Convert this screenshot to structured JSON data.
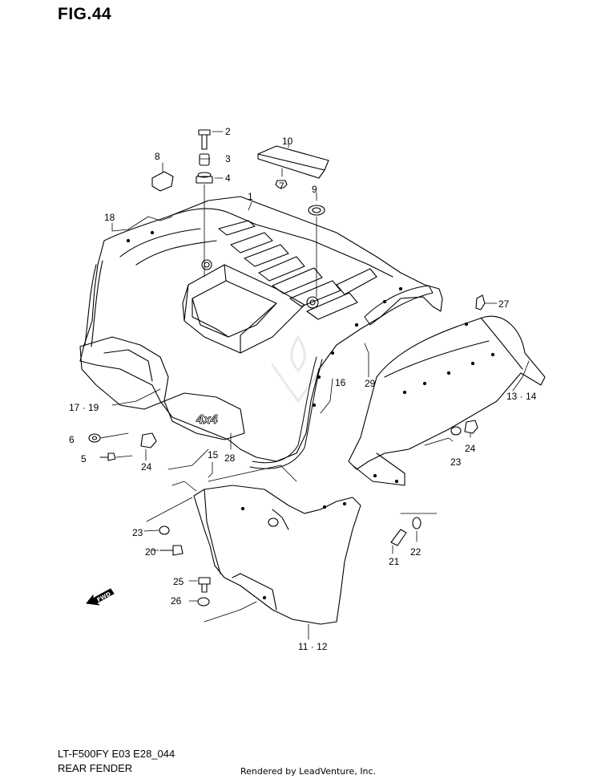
{
  "figure": {
    "title": "FIG.44",
    "model_code": "LT-F500FY E03 E28_044",
    "section": "REAR FENDER",
    "credit": "Rendered by LeadVenture, Inc.",
    "fwd_label": "FWD",
    "watermark_icon": "flame-v-logo"
  },
  "callouts": {
    "c1": "1",
    "c2": "2",
    "c3": "3",
    "c4": "4",
    "c5": "5",
    "c6": "6",
    "c7": "7",
    "c8": "8",
    "c9": "9",
    "c10": "10",
    "c11_12": "11 · 12",
    "c13_14": "13 · 14",
    "c15": "15",
    "c16": "16",
    "c17_19": "17 · 19",
    "c18": "18",
    "c20": "20",
    "c21": "21",
    "c22": "22",
    "c23a": "23",
    "c23b": "23",
    "c24a": "24",
    "c24b": "24",
    "c25": "25",
    "c26": "26",
    "c27": "27",
    "c28": "28",
    "c29": "29"
  }
}
